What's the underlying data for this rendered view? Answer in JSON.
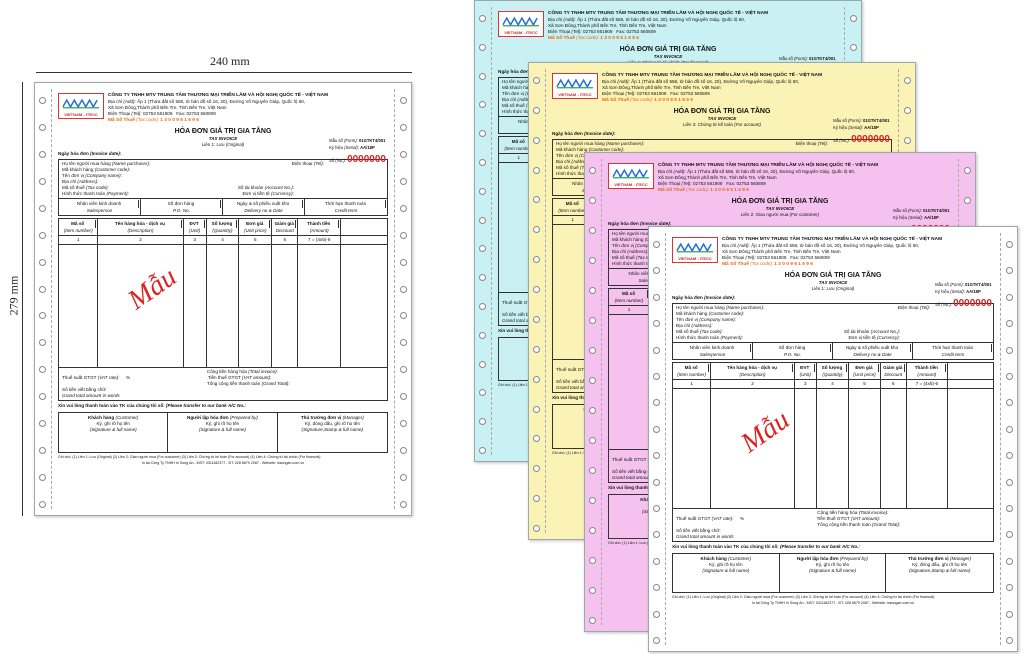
{
  "dimensions": {
    "width_label": "240 mm",
    "height_label": "279 mm"
  },
  "invoice": {
    "company": "CÔNG TY TNHH MTV TRUNG TÂM THƯƠNG MẠI TRIỂN LÃM VÀ HỘI NGHỊ QUỐC TẾ - VIỆT NAM",
    "address_label": "Địa chỉ",
    "address_en": "(Add):",
    "address": "Ấp 1 (Thửa đất số 558, tờ bản đồ số 16, 20), Đường Võ Nguyên Giáp, Quốc lộ 60,",
    "address2": "Xã Sơn Đông,Thành phố Bến Tre, Tỉnh Bến Tre, Việt Nam",
    "phone_label": "Điện Thoại",
    "phone_en": "(Tel):",
    "phone": "02753 561909",
    "fax": "Fax: 02753 560809",
    "tax_code_label": "Mã Số Thuế",
    "tax_code_en": "(Tax code):",
    "tax_code": "1 3 0 0 9 5 1 6 9 6",
    "logo_text": "VIETNAM - ITECC",
    "title": "HÓA ĐƠN GIÁ TRỊ GIA TĂNG",
    "subtitle": "TAX INVOICE",
    "form_label": "Mẫu số",
    "form_en": "(Form):",
    "form_value": "01GTKT4/001",
    "serial_label": "Ký hiệu",
    "serial_en": "(Serial):",
    "serial_value": "AA/18P",
    "no_label": "Số",
    "no_en": "(No.):",
    "number": "0000000",
    "date_label": "Ngày hóa đơn",
    "date_en": "(Invoice date):",
    "buyer_name": "Họ tên người mua hàng",
    "buyer_name_en": "(Name purchaser):",
    "customer_code": "Mã khách hàng",
    "customer_code_en": "(Customer code):",
    "unit_name": "Tên đơn vị",
    "unit_name_en": "(Company name):",
    "address_field": "Địa chỉ",
    "address_field_en": "(Address):",
    "tax_field": "Mã số thuế",
    "tax_field_en": "(Tax code):",
    "payment": "Hình thức thanh toán",
    "payment_en": "(Payment):",
    "phone_field": "Điện thoại",
    "phone_field_en": "(Tel):",
    "account": "Số tài khoản",
    "account_en": "(Account No.):",
    "currency": "Đơn vị tiền tệ",
    "currency_en": "(Currency):",
    "info_cols": [
      {
        "vi": "Nhân viên kinh doanh",
        "en": "Salesperson"
      },
      {
        "vi": "Số đơn hàng",
        "en": "P.O. No."
      },
      {
        "vi": "Ngày & số phiếu xuất kho",
        "en": "Delivery no & Date"
      },
      {
        "vi": "Thời hạn thanh toán",
        "en": "Credit term"
      }
    ],
    "item_cols": [
      {
        "vi": "Mã số",
        "en": "(Item number)"
      },
      {
        "vi": "Tên hàng hóa - dịch vụ",
        "en": "(Description)"
      },
      {
        "vi": "ĐVT",
        "en": "(Unit)"
      },
      {
        "vi": "Số lượng",
        "en": "(Quantity)"
      },
      {
        "vi": "Đơn giá",
        "en": "(Unit price)"
      },
      {
        "vi": "Giảm giá",
        "en": "Discount"
      },
      {
        "vi": "Thành tiền",
        "en": "(Amount)"
      }
    ],
    "col_numbers": [
      "1",
      "2",
      "3",
      "4",
      "5",
      "6",
      "7 = (4x5)-6"
    ],
    "watermark": "Mẫu",
    "total": "Cộng tiền hàng hóa",
    "total_en": "(Total invoice):",
    "vat_rate": "Thuế suất GTGT",
    "vat_rate_en": "(VAT rate):",
    "percent": "%",
    "vat_amount": "Tiền thuế GTGT",
    "vat_amount_en": "(VAT amount):",
    "grand_total": "Tổng cộng tiền thanh toán",
    "grand_total_en": "(Grand Total):",
    "in_words": "Số tiền viết bằng chữ:",
    "in_words_en": "Grand total amount in words",
    "transfer": "Xin vui lòng thanh toán vào TK của chúng tôi số:",
    "transfer_en": "(Please transfer to our bank A/C No.:",
    "signs": [
      {
        "vi": "Khách hàng",
        "en": "(Customer)",
        "note": "Ký, ghi rõ họ tên",
        "note_en": "(Signature & full name)"
      },
      {
        "vi": "Người lập hóa đơn",
        "en": "(Prepared by)",
        "note": "Ký, ghi rõ họ tên",
        "note_en": "(Signature & full name)"
      },
      {
        "vi": "Thủ trưởng đơn vị",
        "en": "(Manager)",
        "note": "Ký, đóng dấu, ghi rõ họ tên",
        "note_en": "(Signature,Stamp & full name)"
      }
    ],
    "footnote": "Ghi chú: (1) Liên 1: Lưu (Original) (2) Liên 2: Giao người mua (For customer) (3) Liên 3: Chứng từ kế toán (For account) (4) Liên 4: Chứng từ tài chính (For financial)",
    "printer": "In tại Công Ty TNHH In Song An - MST: 0311182377 - ĐT: 028 6679 2087 - Website: insongan.com.vn"
  },
  "copies": [
    {
      "lien": "Liên 4: Chứng từ tài chính",
      "lien_en": "(For financial)",
      "color": "#c9f0f2"
    },
    {
      "lien": "Liên 3: Chứng từ kế toán",
      "lien_en": "(For account)",
      "color": "#fbf3b5"
    },
    {
      "lien": "Liên 2: Giao người mua",
      "lien_en": "(For customer)",
      "color": "#f5c2ef"
    },
    {
      "lien": "Liên 1: Lưu",
      "lien_en": "(Original)",
      "color": "#ffffff"
    }
  ],
  "front": {
    "lien": "Liên 1: Lưu",
    "lien_en": "(Original)",
    "color": "#ffffff"
  }
}
